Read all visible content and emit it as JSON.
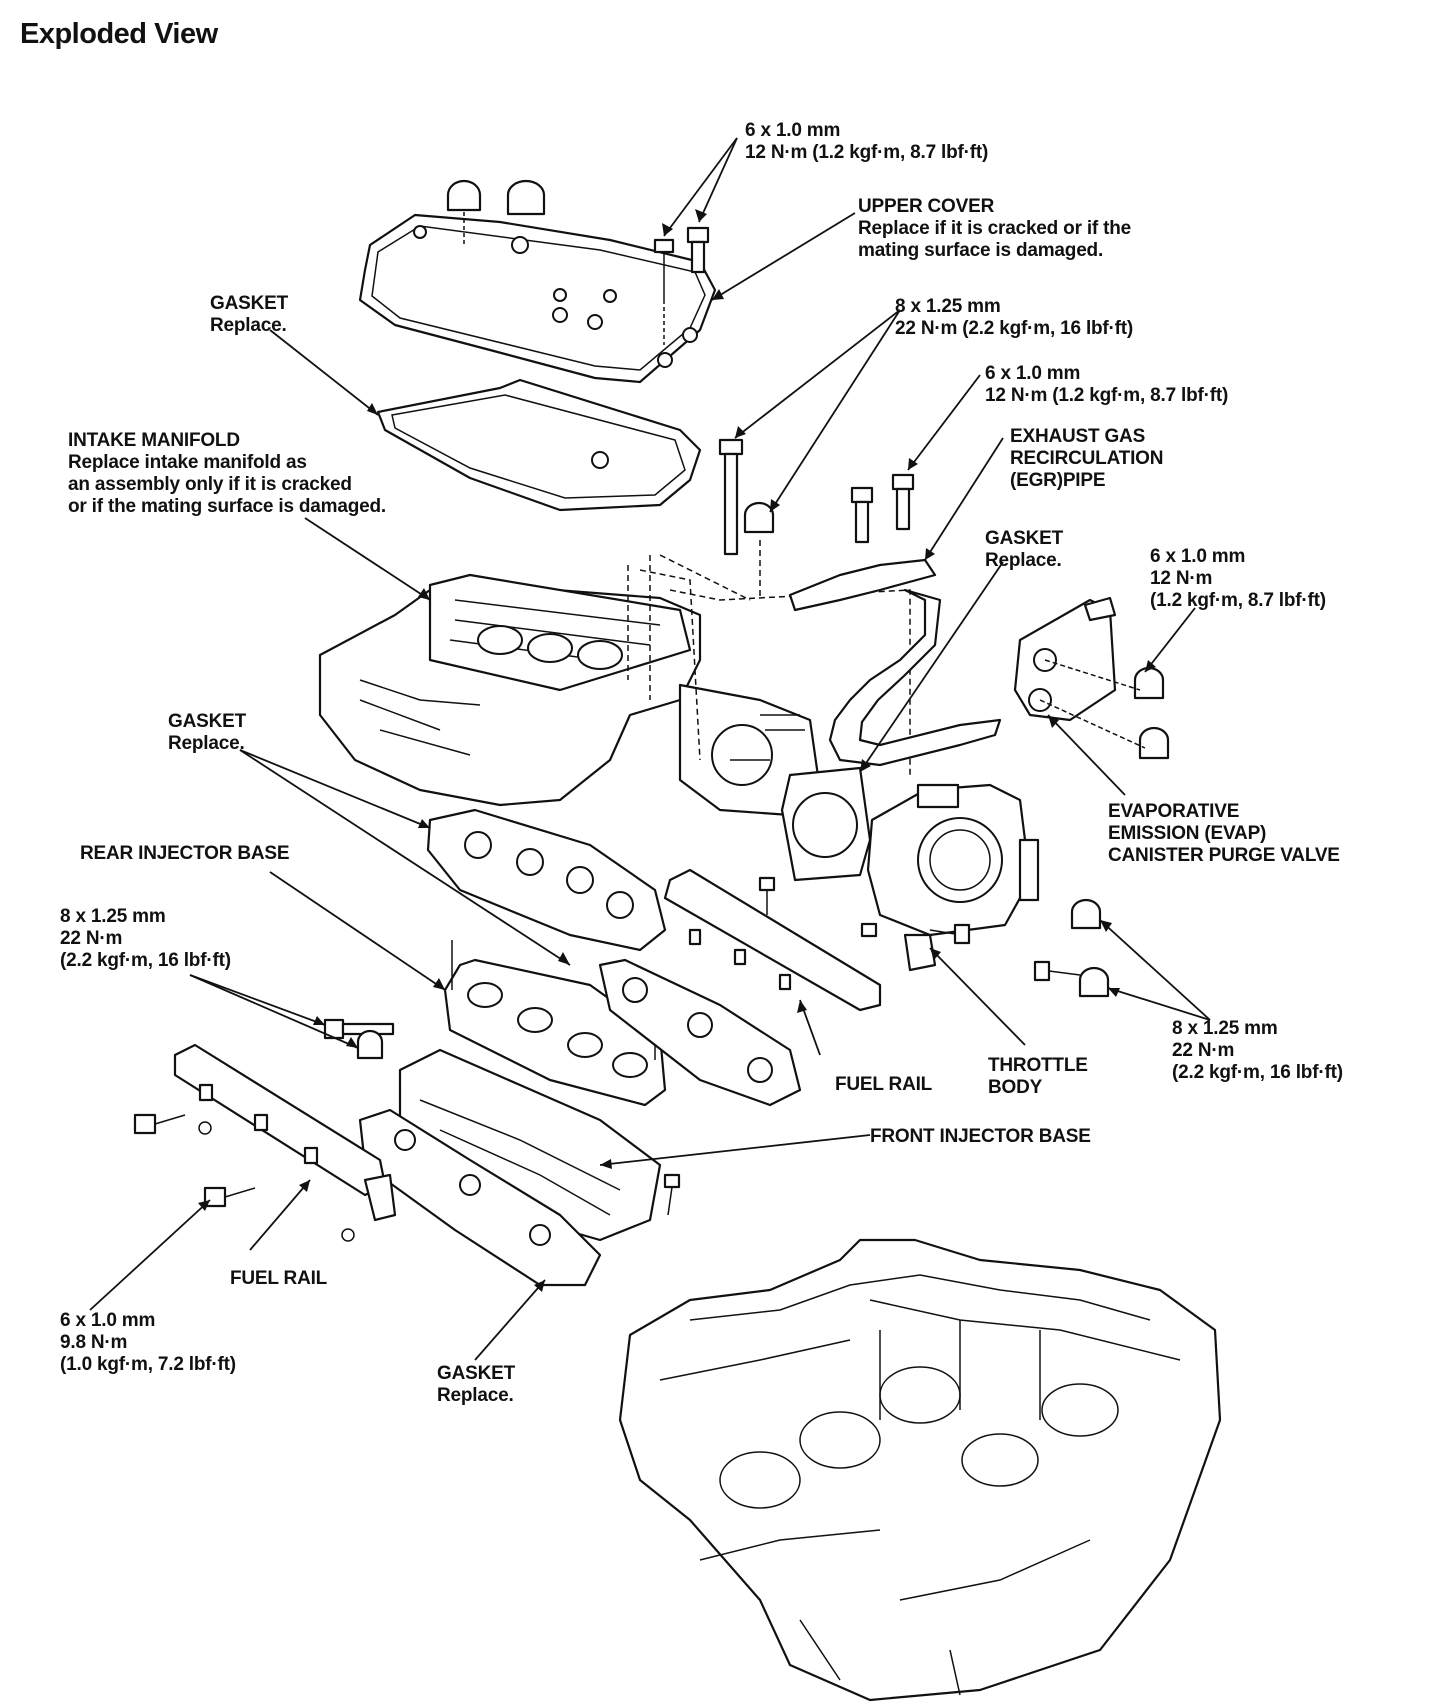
{
  "title": "Exploded View",
  "labels": {
    "upper_cover_bolt": [
      "6 x 1.0 mm",
      "12 N·m (1.2 kgf·m, 8.7 lbf·ft)"
    ],
    "upper_cover": [
      "UPPER COVER",
      "Replace if it is cracked or if the",
      "mating surface is damaged."
    ],
    "upper_gasket": [
      "GASKET",
      "Replace."
    ],
    "manifold_bolt": [
      "8 x 1.25 mm",
      "22 N·m (2.2 kgf·m, 16 lbf·ft)"
    ],
    "egr_bolt": [
      "6 x 1.0 mm",
      "12 N·m (1.2 kgf·m, 8.7 lbf·ft)"
    ],
    "intake_manifold": [
      "INTAKE MANIFOLD",
      "Replace intake manifold as",
      "an assembly only if it is cracked",
      "or if the mating surface is damaged."
    ],
    "egr_pipe": [
      "EXHAUST GAS",
      "RECIRCULATION",
      "(EGR)PIPE"
    ],
    "throttle_gasket": [
      "GASKET",
      "Replace."
    ],
    "evap_nut": [
      "6 x 1.0 mm",
      "12 N·m",
      "(1.2 kgf·m, 8.7 lbf·ft)"
    ],
    "manifold_gasket": [
      "GASKET",
      "Replace."
    ],
    "evap_valve": [
      "EVAPORATIVE",
      "EMISSION (EVAP)",
      "CANISTER PURGE VALVE"
    ],
    "rear_injector_base": [
      "REAR INJECTOR BASE"
    ],
    "injector_base_bolt": [
      "8 x 1.25 mm",
      "22 N·m",
      "(2.2 kgf·m, 16 lbf·ft)"
    ],
    "throttle_bolt": [
      "8 x 1.25 mm",
      "22 N·m",
      "(2.2 kgf·m, 16 lbf·ft)"
    ],
    "fuel_rail_rear": [
      "FUEL RAIL"
    ],
    "throttle_body": [
      "THROTTLE",
      "BODY"
    ],
    "front_injector_base": [
      "FRONT INJECTOR BASE"
    ],
    "fuel_rail_front": [
      "FUEL RAIL"
    ],
    "fuel_rail_bolt": [
      "6 x 1.0 mm",
      "9.8 N·m",
      "(1.0 kgf·m, 7.2 lbf·ft)"
    ],
    "lower_gasket": [
      "GASKET",
      "Replace."
    ]
  }
}
